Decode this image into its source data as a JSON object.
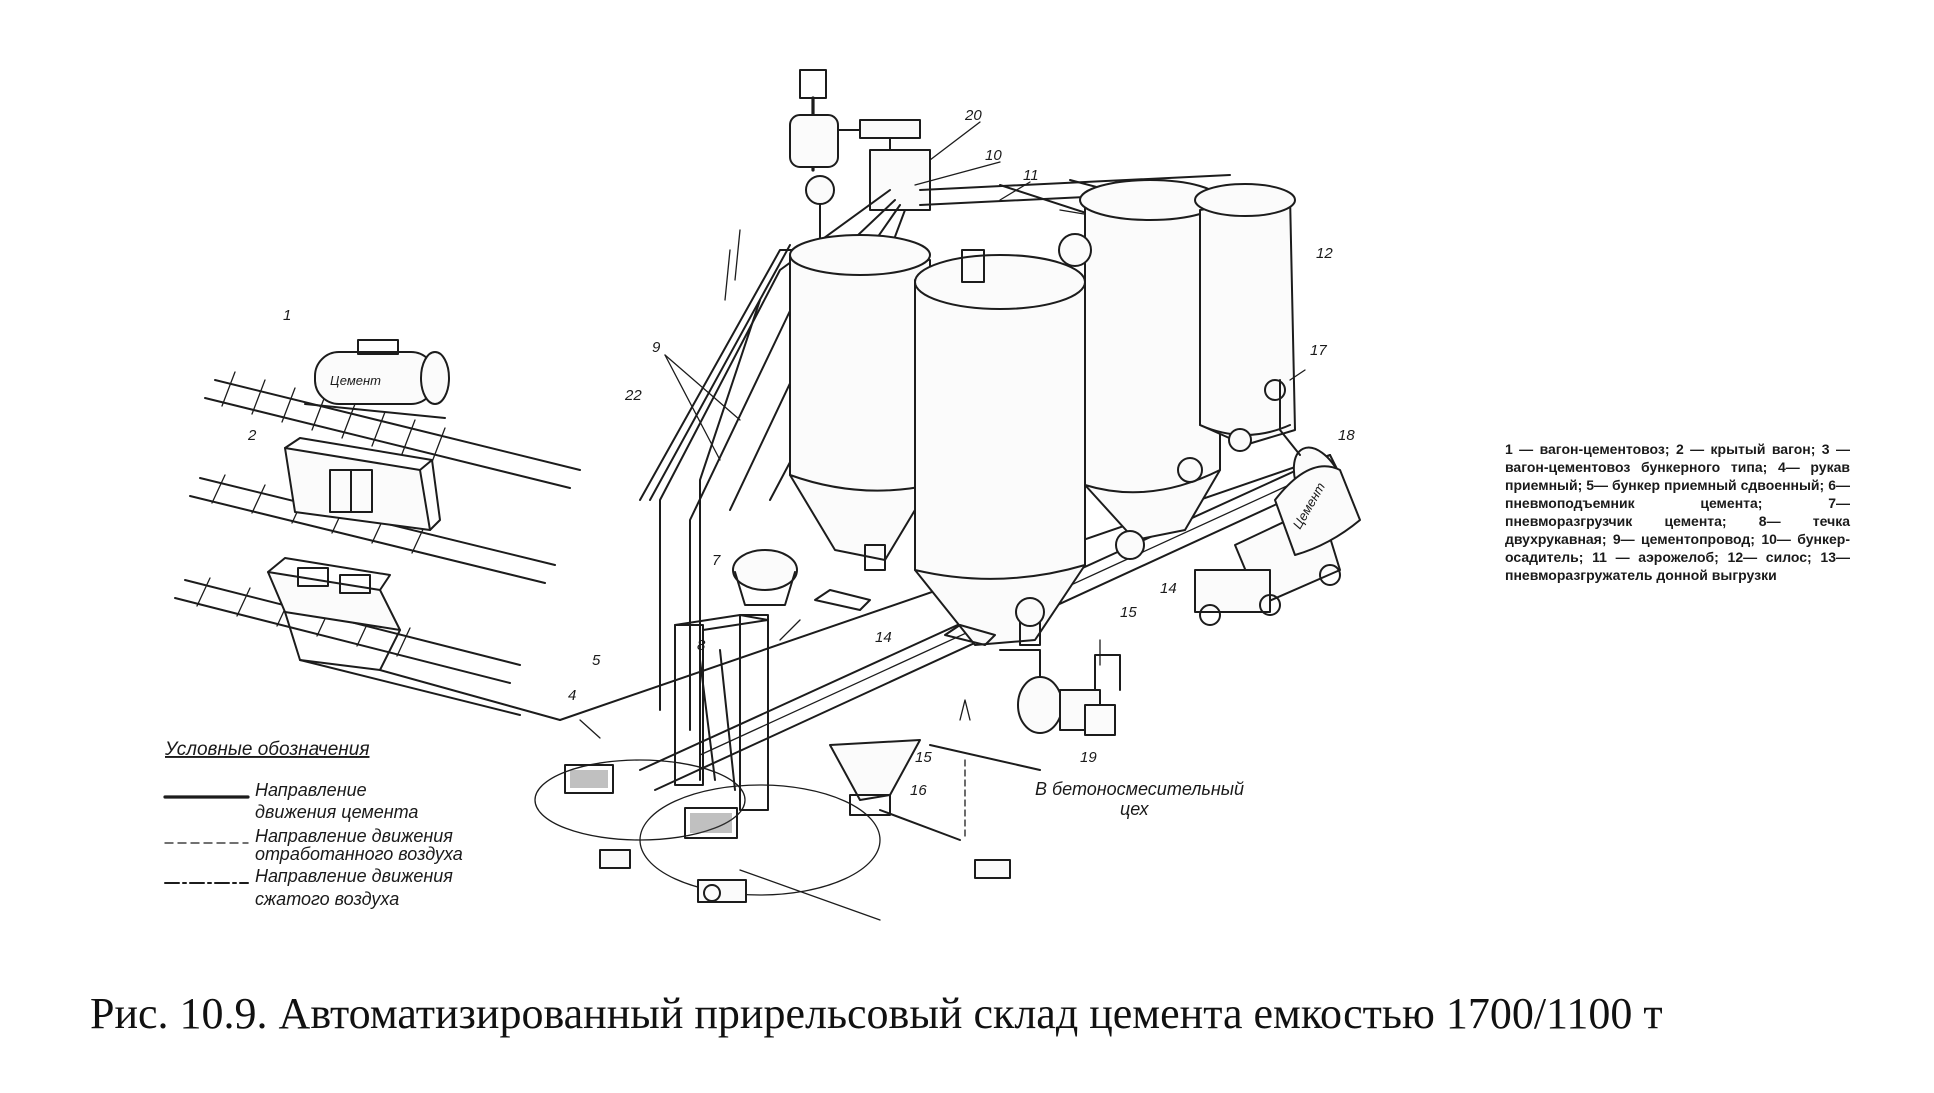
{
  "caption": "Рис. 10.9. Автоматизированный прирельсовый склад цемента емкостью 1700/1100 т",
  "explanation": [
    "1 — вагон-цементовоз;",
    "2 — крытый вагон;",
    "3 — вагон-цементовоз бункерного типа;",
    "4— рукав приемный;",
    "5— бункер приемный сдвоенный;",
    "6— пневмоподъемник цемента;",
    "7— пневморазгрузчик цемента;",
    "8— течка двухрукавная;",
    "9— цементопровод;",
    "10— бункер-осадитель;",
    "11 — аэрожелоб;",
    "12— силос;",
    "13— пневморазгружатель донной выгрузки"
  ],
  "legend": {
    "title": "Условные обозначения",
    "cement_flow": [
      "Направление",
      "движения цемента"
    ],
    "used_air": [
      "Направление движения",
      "отработанного воздуха"
    ],
    "compressed_air": [
      "Направление движения",
      "сжатого воздуха"
    ]
  },
  "callouts": {
    "n1": "1",
    "n2": "2",
    "n4": "4",
    "n5": "5",
    "n7": "7",
    "n8": "8",
    "n9": "9",
    "n10": "10",
    "n11": "11",
    "n12": "12",
    "n14a": "14",
    "n14b": "14",
    "n15a": "15",
    "n15b": "15",
    "n16": "16",
    "n17": "17",
    "n18": "18",
    "n19": "19",
    "n20": "20",
    "n22": "22"
  },
  "tank_labels": {
    "rail_car": "Цемент",
    "truck": "Цемент"
  },
  "destination": [
    "В бетоносмесительный",
    "цех"
  ]
}
